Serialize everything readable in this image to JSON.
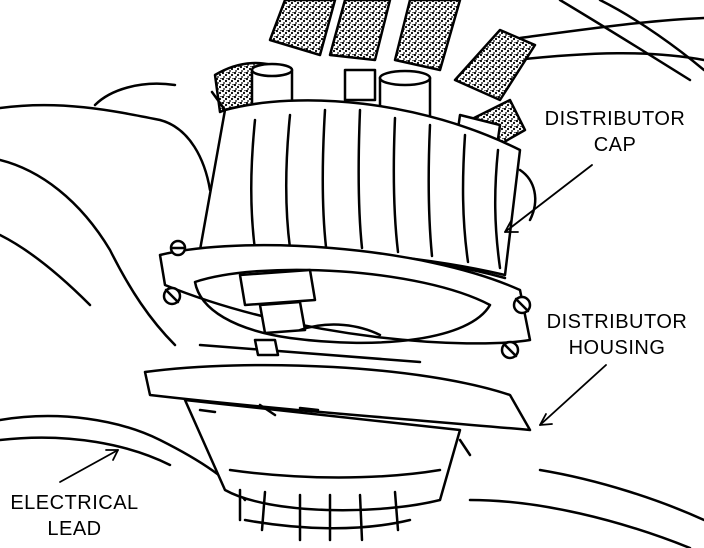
{
  "labels": {
    "distributor_cap": {
      "line1": "DISTRIBUTOR",
      "line2": "CAP"
    },
    "distributor_housing": {
      "line1": "DISTRIBUTOR",
      "line2": "HOUSING"
    },
    "electrical_lead": {
      "line1": "ELECTRICAL",
      "line2": "LEAD"
    }
  },
  "colors": {
    "ink": "#000000",
    "paper": "#ffffff"
  }
}
